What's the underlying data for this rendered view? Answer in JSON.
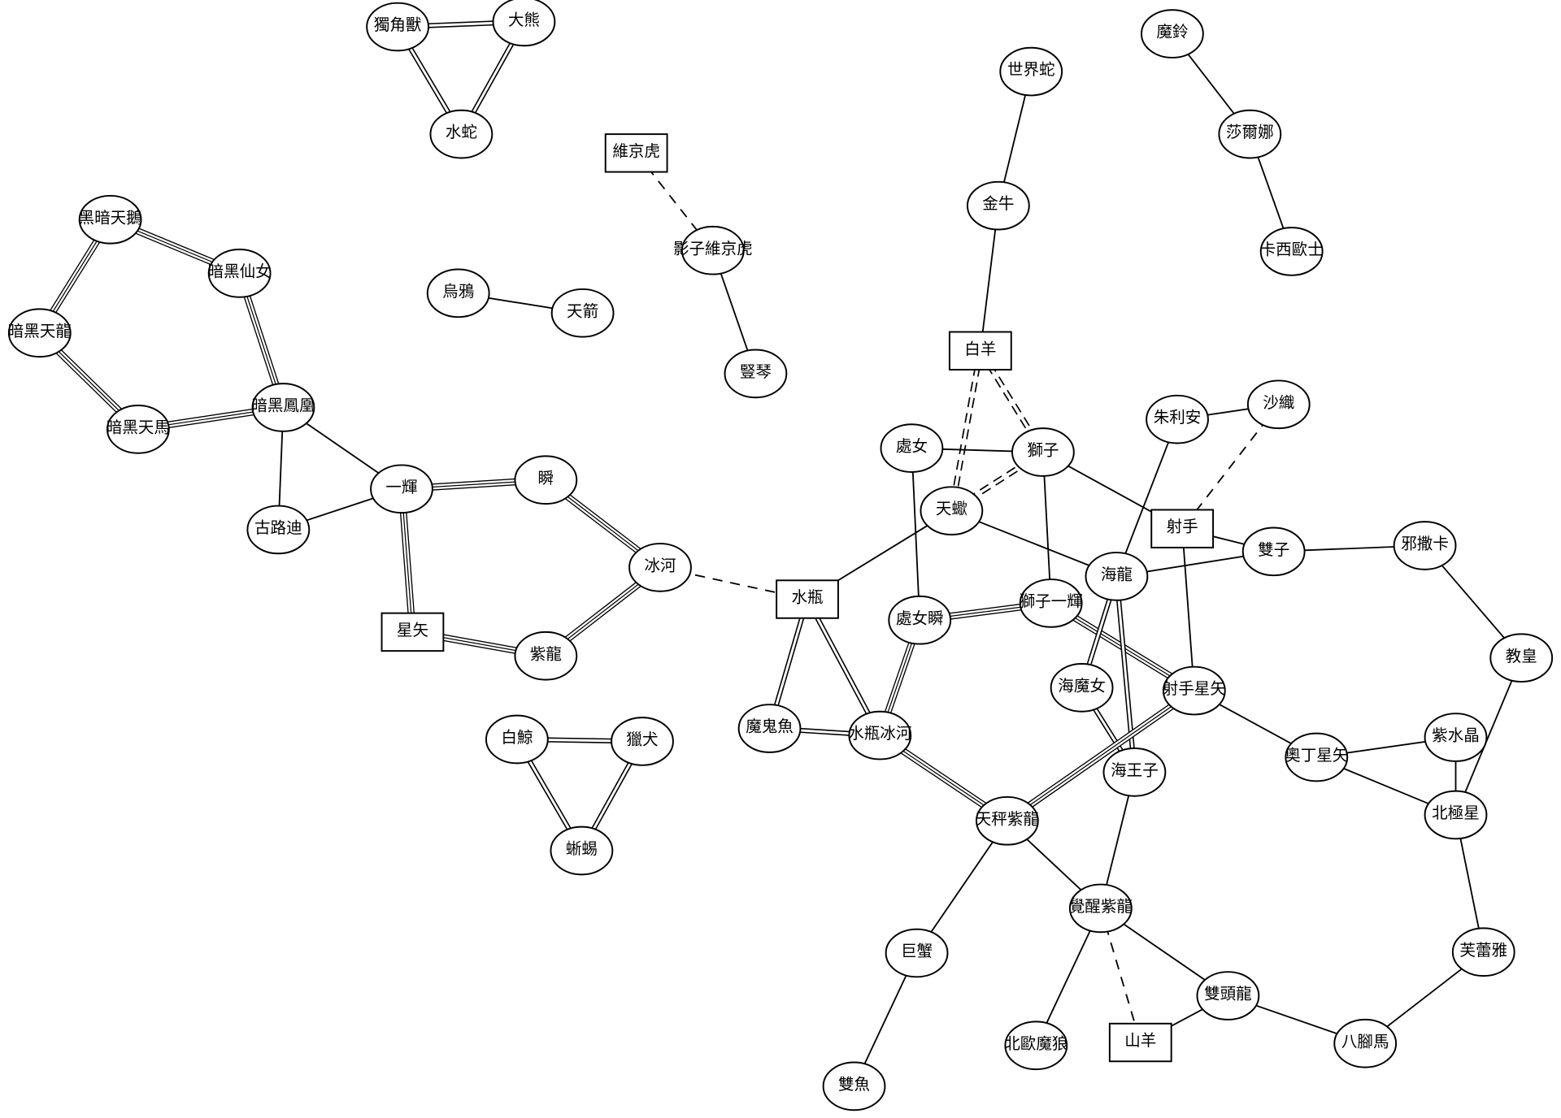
{
  "diagram": {
    "type": "undirected-graph",
    "nodes": [
      {
        "id": "dujiaoshou",
        "label": "獨角獸",
        "shape": "ellipse"
      },
      {
        "id": "daxiong",
        "label": "大熊",
        "shape": "ellipse"
      },
      {
        "id": "shuishe",
        "label": "水蛇",
        "shape": "ellipse"
      },
      {
        "id": "weijinghu",
        "label": "維京虎",
        "shape": "box"
      },
      {
        "id": "yingziweijinghu",
        "label": "影子維京虎",
        "shape": "ellipse"
      },
      {
        "id": "shuqin",
        "label": "豎琴",
        "shape": "ellipse"
      },
      {
        "id": "wuya",
        "label": "烏鴉",
        "shape": "ellipse"
      },
      {
        "id": "tianjian",
        "label": "天箭",
        "shape": "ellipse"
      },
      {
        "id": "shijieshe",
        "label": "世界蛇",
        "shape": "ellipse"
      },
      {
        "id": "jinniu",
        "label": "金牛",
        "shape": "ellipse"
      },
      {
        "id": "baiyang",
        "label": "白羊",
        "shape": "box"
      },
      {
        "id": "moling",
        "label": "魔鈴",
        "shape": "ellipse"
      },
      {
        "id": "shaerna",
        "label": "莎爾娜",
        "shape": "ellipse"
      },
      {
        "id": "kaxiōushi",
        "label": "卡西歐士",
        "shape": "ellipse"
      },
      {
        "id": "heiantiane",
        "label": "黑暗天鵝",
        "shape": "ellipse"
      },
      {
        "id": "anheixiannv",
        "label": "暗黑仙女",
        "shape": "ellipse"
      },
      {
        "id": "anheitianlong",
        "label": "暗黑天龍",
        "shape": "ellipse"
      },
      {
        "id": "anheitianma",
        "label": "暗黑天馬",
        "shape": "ellipse"
      },
      {
        "id": "anheifenghuang",
        "label": "暗黑鳳凰",
        "shape": "ellipse"
      },
      {
        "id": "yihui",
        "label": "一輝",
        "shape": "ellipse"
      },
      {
        "id": "guludi",
        "label": "古路迪",
        "shape": "ellipse"
      },
      {
        "id": "shun",
        "label": "瞬",
        "shape": "ellipse"
      },
      {
        "id": "binghe",
        "label": "冰河",
        "shape": "ellipse"
      },
      {
        "id": "xingshi",
        "label": "星矢",
        "shape": "box"
      },
      {
        "id": "zilong",
        "label": "紫龍",
        "shape": "ellipse"
      },
      {
        "id": "baijing",
        "label": "白鯨",
        "shape": "ellipse"
      },
      {
        "id": "liequan",
        "label": "獵犬",
        "shape": "ellipse"
      },
      {
        "id": "xiyi",
        "label": "蜥蜴",
        "shape": "ellipse"
      },
      {
        "id": "chunv",
        "label": "處女",
        "shape": "ellipse"
      },
      {
        "id": "shizi",
        "label": "獅子",
        "shape": "ellipse"
      },
      {
        "id": "tianxie",
        "label": "天蠍",
        "shape": "ellipse"
      },
      {
        "id": "zhulian",
        "label": "朱利安",
        "shape": "ellipse"
      },
      {
        "id": "shazhi",
        "label": "沙織",
        "shape": "ellipse"
      },
      {
        "id": "sheshou",
        "label": "射手",
        "shape": "box"
      },
      {
        "id": "shuangzi",
        "label": "雙子",
        "shape": "ellipse"
      },
      {
        "id": "xiesaka",
        "label": "邪撒卡",
        "shape": "ellipse"
      },
      {
        "id": "shuiping",
        "label": "水瓶",
        "shape": "box"
      },
      {
        "id": "chunvshun",
        "label": "處女瞬",
        "shape": "ellipse"
      },
      {
        "id": "shiziyihui",
        "label": "獅子一輝",
        "shape": "ellipse"
      },
      {
        "id": "hailong",
        "label": "海龍",
        "shape": "ellipse"
      },
      {
        "id": "haimonv",
        "label": "海魔女",
        "shape": "ellipse"
      },
      {
        "id": "sheshouxingshi",
        "label": "射手星矢",
        "shape": "ellipse"
      },
      {
        "id": "moguiyu",
        "label": "魔鬼魚",
        "shape": "ellipse"
      },
      {
        "id": "shuipingbinghe",
        "label": "水瓶冰河",
        "shape": "ellipse"
      },
      {
        "id": "haiwangzi",
        "label": "海王子",
        "shape": "ellipse"
      },
      {
        "id": "jiaohuang",
        "label": "教皇",
        "shape": "ellipse"
      },
      {
        "id": "zishuijing",
        "label": "紫水晶",
        "shape": "ellipse"
      },
      {
        "id": "aodingxingshi",
        "label": "奧丁星矢",
        "shape": "ellipse"
      },
      {
        "id": "beijixing",
        "label": "北極星",
        "shape": "ellipse"
      },
      {
        "id": "tianchengzilong",
        "label": "天秤紫龍",
        "shape": "ellipse"
      },
      {
        "id": "juexingzilong",
        "label": "覺醒紫龍",
        "shape": "ellipse"
      },
      {
        "id": "juxie",
        "label": "巨蟹",
        "shape": "ellipse"
      },
      {
        "id": "fuleiya",
        "label": "芙蕾雅",
        "shape": "ellipse"
      },
      {
        "id": "shuangtoulong",
        "label": "雙頭龍",
        "shape": "ellipse"
      },
      {
        "id": "beioumolang",
        "label": "北歐魔狼",
        "shape": "ellipse"
      },
      {
        "id": "shanyang",
        "label": "山羊",
        "shape": "box"
      },
      {
        "id": "bajiaoma",
        "label": "八腳馬",
        "shape": "ellipse"
      },
      {
        "id": "shuangyu",
        "label": "雙魚",
        "shape": "ellipse"
      }
    ],
    "edges": [
      {
        "from": "dujiaoshou",
        "to": "daxiong",
        "style": "double"
      },
      {
        "from": "dujiaoshou",
        "to": "shuishe",
        "style": "double"
      },
      {
        "from": "daxiong",
        "to": "shuishe",
        "style": "double"
      },
      {
        "from": "weijinghu",
        "to": "yingziweijinghu",
        "style": "dashed"
      },
      {
        "from": "yingziweijinghu",
        "to": "shuqin",
        "style": "single"
      },
      {
        "from": "wuya",
        "to": "tianjian",
        "style": "single"
      },
      {
        "from": "shijieshe",
        "to": "jinniu",
        "style": "single"
      },
      {
        "from": "jinniu",
        "to": "baiyang",
        "style": "single"
      },
      {
        "from": "moling",
        "to": "shaerna",
        "style": "single"
      },
      {
        "from": "shaerna",
        "to": "kaxiōushi",
        "style": "single"
      },
      {
        "from": "heiantiane",
        "to": "anheixiannv",
        "style": "triple"
      },
      {
        "from": "heiantiane",
        "to": "anheitianlong",
        "style": "triple"
      },
      {
        "from": "anheitianlong",
        "to": "anheitianma",
        "style": "triple"
      },
      {
        "from": "anheitianma",
        "to": "anheifenghuang",
        "style": "triple"
      },
      {
        "from": "anheixiannv",
        "to": "anheifenghuang",
        "style": "triple"
      },
      {
        "from": "anheifenghuang",
        "to": "yihui",
        "style": "single"
      },
      {
        "from": "anheifenghuang",
        "to": "guludi",
        "style": "single"
      },
      {
        "from": "guludi",
        "to": "yihui",
        "style": "single"
      },
      {
        "from": "yihui",
        "to": "shun",
        "style": "triple"
      },
      {
        "from": "yihui",
        "to": "xingshi",
        "style": "triple"
      },
      {
        "from": "shun",
        "to": "binghe",
        "style": "triple"
      },
      {
        "from": "binghe",
        "to": "zilong",
        "style": "triple"
      },
      {
        "from": "xingshi",
        "to": "zilong",
        "style": "triple"
      },
      {
        "from": "binghe",
        "to": "shuiping",
        "style": "dashed"
      },
      {
        "from": "baijing",
        "to": "liequan",
        "style": "double"
      },
      {
        "from": "baijing",
        "to": "xiyi",
        "style": "double"
      },
      {
        "from": "liequan",
        "to": "xiyi",
        "style": "double"
      },
      {
        "from": "baiyang",
        "to": "tianxie",
        "style": "double-dashed"
      },
      {
        "from": "baiyang",
        "to": "shizi",
        "style": "double-dashed"
      },
      {
        "from": "shizi",
        "to": "tianxie",
        "style": "double-dashed"
      },
      {
        "from": "chunv",
        "to": "shizi",
        "style": "single"
      },
      {
        "from": "chunv",
        "to": "chunvshun",
        "style": "single"
      },
      {
        "from": "shizi",
        "to": "shiziyihui",
        "style": "single"
      },
      {
        "from": "shizi",
        "to": "sheshou",
        "style": "single"
      },
      {
        "from": "tianxie",
        "to": "shuiping",
        "style": "single"
      },
      {
        "from": "tianxie",
        "to": "hailong",
        "style": "single"
      },
      {
        "from": "zhulian",
        "to": "shazhi",
        "style": "single"
      },
      {
        "from": "zhulian",
        "to": "hailong",
        "style": "single"
      },
      {
        "from": "shazhi",
        "to": "sheshou",
        "style": "dashed"
      },
      {
        "from": "sheshou",
        "to": "shuangzi",
        "style": "single"
      },
      {
        "from": "sheshou",
        "to": "sheshouxingshi",
        "style": "single"
      },
      {
        "from": "shuangzi",
        "to": "hailong",
        "style": "single"
      },
      {
        "from": "shuangzi",
        "to": "xiesaka",
        "style": "single"
      },
      {
        "from": "xiesaka",
        "to": "jiaohuang",
        "style": "single"
      },
      {
        "from": "jiaohuang",
        "to": "beijixing",
        "style": "single"
      },
      {
        "from": "shuiping",
        "to": "moguiyu",
        "style": "double"
      },
      {
        "from": "shuiping",
        "to": "shuipingbinghe",
        "style": "double"
      },
      {
        "from": "moguiyu",
        "to": "shuipingbinghe",
        "style": "double"
      },
      {
        "from": "chunvshun",
        "to": "shiziyihui",
        "style": "triple"
      },
      {
        "from": "chunvshun",
        "to": "shuipingbinghe",
        "style": "triple"
      },
      {
        "from": "shiziyihui",
        "to": "sheshouxingshi",
        "style": "triple"
      },
      {
        "from": "hailong",
        "to": "haimonv",
        "style": "double"
      },
      {
        "from": "hailong",
        "to": "haiwangzi",
        "style": "double"
      },
      {
        "from": "haimonv",
        "to": "haiwangzi",
        "style": "double"
      },
      {
        "from": "shuipingbinghe",
        "to": "tianchengzilong",
        "style": "triple"
      },
      {
        "from": "sheshouxingshi",
        "to": "tianchengzilong",
        "style": "triple"
      },
      {
        "from": "sheshouxingshi",
        "to": "aodingxingshi",
        "style": "single"
      },
      {
        "from": "aodingxingshi",
        "to": "zishuijing",
        "style": "single"
      },
      {
        "from": "aodingxingshi",
        "to": "beijixing",
        "style": "single"
      },
      {
        "from": "zishuijing",
        "to": "beijixing",
        "style": "single"
      },
      {
        "from": "beijixing",
        "to": "fuleiya",
        "style": "single"
      },
      {
        "from": "fuleiya",
        "to": "bajiaoma",
        "style": "single"
      },
      {
        "from": "shuangtoulong",
        "to": "bajiaoma",
        "style": "single"
      },
      {
        "from": "haiwangzi",
        "to": "juexingzilong",
        "style": "single"
      },
      {
        "from": "tianchengzilong",
        "to": "juexingzilong",
        "style": "single"
      },
      {
        "from": "tianchengzilong",
        "to": "juxie",
        "style": "single"
      },
      {
        "from": "juxie",
        "to": "shuangyu",
        "style": "single"
      },
      {
        "from": "juexingzilong",
        "to": "beioumolang",
        "style": "single"
      },
      {
        "from": "juexingzilong",
        "to": "shanyang",
        "style": "dashed"
      },
      {
        "from": "juexingzilong",
        "to": "shuangtoulong",
        "style": "single"
      },
      {
        "from": "shanyang",
        "to": "shuangtoulong",
        "style": "single"
      }
    ]
  }
}
